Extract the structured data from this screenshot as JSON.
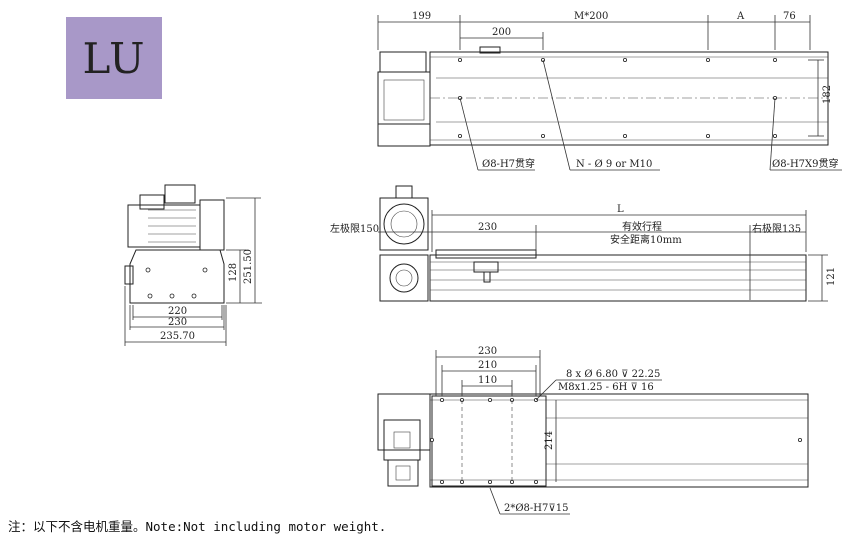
{
  "badge": {
    "label": "LU",
    "color": "#a898c8"
  },
  "note": "注：以下不含电机重量。Note:Not including motor weight.",
  "top_view": {
    "dim_199": "199",
    "dim_m200": "M*200",
    "dim_a": "A",
    "dim_76": "76",
    "dim_200": "200",
    "dim_182": "182",
    "callout_left": "Ø8-H7贯穿",
    "callout_mid": "N - Ø 9 or M10",
    "callout_right": "Ø8-H7X9贯穿"
  },
  "side_view": {
    "dim_l": "L",
    "left_limit": "左极限150",
    "right_limit": "右极限135",
    "dim_230": "230",
    "stroke_label": "有效行程",
    "safety_label": "安全距离10mm",
    "dim_121": "121"
  },
  "end_view": {
    "dim_128": "128",
    "dim_251": "251.50",
    "dim_220": "220",
    "dim_230": "230",
    "dim_235": "235.70"
  },
  "bottom_view": {
    "dim_230": "230",
    "dim_210": "210",
    "dim_110": "110",
    "dim_214": "214",
    "callout_holes": "8 x Ø 6.80 ⊽ 22.25",
    "callout_thread": "M8x1.25 - 6H ⊽ 16",
    "callout_pins": "2*Ø8-H7⊽15"
  }
}
